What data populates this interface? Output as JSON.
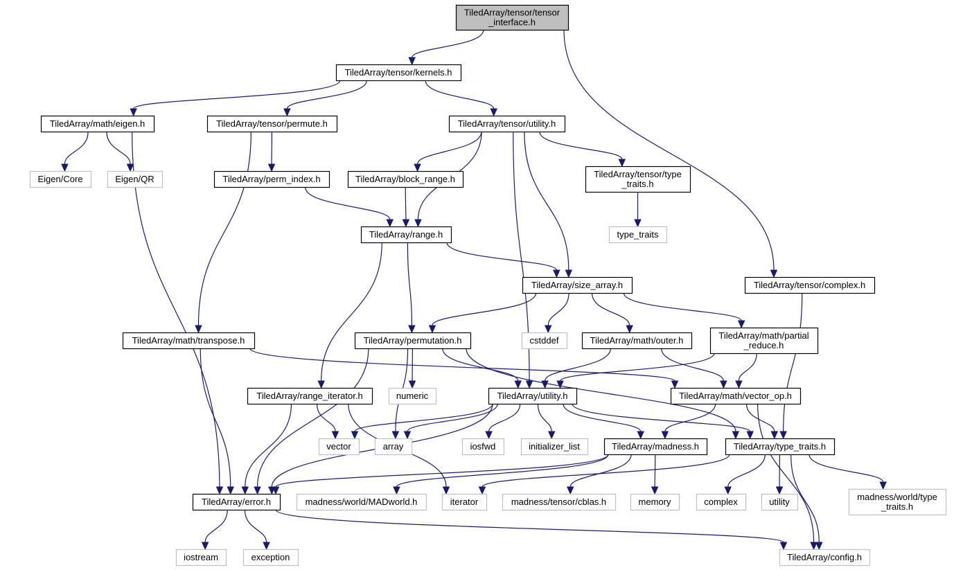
{
  "diagram": {
    "title": "Include dependency graph for TiledArray/tensor/tensor_interface.h",
    "colors": {
      "edge": "#191970",
      "root_fill": "#bfbfbf",
      "node_border": "#000000",
      "external_border": "#c0c0c0"
    },
    "nodes": [
      {
        "id": "tensor_interface",
        "lines": [
          "TiledArray/tensor/tensor",
          "_interface.h"
        ],
        "kind": "root"
      },
      {
        "id": "kernels",
        "lines": [
          "TiledArray/tensor/kernels.h"
        ],
        "kind": "internal"
      },
      {
        "id": "eigen",
        "lines": [
          "TiledArray/math/eigen.h"
        ],
        "kind": "internal"
      },
      {
        "id": "permute",
        "lines": [
          "TiledArray/tensor/permute.h"
        ],
        "kind": "internal"
      },
      {
        "id": "tensor_utility",
        "lines": [
          "TiledArray/tensor/utility.h"
        ],
        "kind": "internal"
      },
      {
        "id": "eigen_core",
        "lines": [
          "Eigen/Core"
        ],
        "kind": "external"
      },
      {
        "id": "eigen_qr",
        "lines": [
          "Eigen/QR"
        ],
        "kind": "external"
      },
      {
        "id": "perm_index",
        "lines": [
          "TiledArray/perm_index.h"
        ],
        "kind": "internal"
      },
      {
        "id": "block_range",
        "lines": [
          "TiledArray/block_range.h"
        ],
        "kind": "internal"
      },
      {
        "id": "tensor_type_traits",
        "lines": [
          "TiledArray/tensor/type",
          "_traits.h"
        ],
        "kind": "internal"
      },
      {
        "id": "type_traits_std",
        "lines": [
          "type_traits"
        ],
        "kind": "external"
      },
      {
        "id": "range",
        "lines": [
          "TiledArray/range.h"
        ],
        "kind": "internal"
      },
      {
        "id": "size_array",
        "lines": [
          "TiledArray/size_array.h"
        ],
        "kind": "internal"
      },
      {
        "id": "complex_h",
        "lines": [
          "TiledArray/tensor/complex.h"
        ],
        "kind": "internal"
      },
      {
        "id": "transpose",
        "lines": [
          "TiledArray/math/transpose.h"
        ],
        "kind": "internal"
      },
      {
        "id": "permutation",
        "lines": [
          "TiledArray/permutation.h"
        ],
        "kind": "internal"
      },
      {
        "id": "cstddef",
        "lines": [
          "cstddef"
        ],
        "kind": "external"
      },
      {
        "id": "outer",
        "lines": [
          "TiledArray/math/outer.h"
        ],
        "kind": "internal"
      },
      {
        "id": "partial_reduce",
        "lines": [
          "TiledArray/math/partial",
          "_reduce.h"
        ],
        "kind": "internal"
      },
      {
        "id": "range_iterator",
        "lines": [
          "TiledArray/range_iterator.h"
        ],
        "kind": "internal"
      },
      {
        "id": "numeric",
        "lines": [
          "numeric"
        ],
        "kind": "external"
      },
      {
        "id": "utility_h",
        "lines": [
          "TiledArray/utility.h"
        ],
        "kind": "internal"
      },
      {
        "id": "vector_op",
        "lines": [
          "TiledArray/math/vector_op.h"
        ],
        "kind": "internal"
      },
      {
        "id": "vector",
        "lines": [
          "vector"
        ],
        "kind": "external"
      },
      {
        "id": "array",
        "lines": [
          "array"
        ],
        "kind": "external"
      },
      {
        "id": "iosfwd",
        "lines": [
          "iosfwd"
        ],
        "kind": "external"
      },
      {
        "id": "initializer_list",
        "lines": [
          "initializer_list"
        ],
        "kind": "external"
      },
      {
        "id": "madness_h",
        "lines": [
          "TiledArray/madness.h"
        ],
        "kind": "internal"
      },
      {
        "id": "ta_type_traits",
        "lines": [
          "TiledArray/type_traits.h"
        ],
        "kind": "internal"
      },
      {
        "id": "error",
        "lines": [
          "TiledArray/error.h"
        ],
        "kind": "internal"
      },
      {
        "id": "madworld",
        "lines": [
          "madness/world/MADworld.h"
        ],
        "kind": "external"
      },
      {
        "id": "iterator",
        "lines": [
          "iterator"
        ],
        "kind": "external"
      },
      {
        "id": "cblas",
        "lines": [
          "madness/tensor/cblas.h"
        ],
        "kind": "external"
      },
      {
        "id": "memory",
        "lines": [
          "memory"
        ],
        "kind": "external"
      },
      {
        "id": "complex_std",
        "lines": [
          "complex"
        ],
        "kind": "external"
      },
      {
        "id": "utility_std",
        "lines": [
          "utility"
        ],
        "kind": "external"
      },
      {
        "id": "mad_type_traits",
        "lines": [
          "madness/world/type",
          "_traits.h"
        ],
        "kind": "external"
      },
      {
        "id": "iostream",
        "lines": [
          "iostream"
        ],
        "kind": "external"
      },
      {
        "id": "exception",
        "lines": [
          "exception"
        ],
        "kind": "external"
      },
      {
        "id": "config",
        "lines": [
          "TiledArray/config.h"
        ],
        "kind": "external"
      }
    ],
    "edges": [
      [
        "tensor_interface",
        "kernels"
      ],
      [
        "tensor_interface",
        "complex_h"
      ],
      [
        "kernels",
        "eigen"
      ],
      [
        "kernels",
        "permute"
      ],
      [
        "kernels",
        "tensor_utility"
      ],
      [
        "eigen",
        "eigen_core"
      ],
      [
        "eigen",
        "eigen_qr"
      ],
      [
        "eigen",
        "error"
      ],
      [
        "permute",
        "perm_index"
      ],
      [
        "permute",
        "transpose"
      ],
      [
        "tensor_utility",
        "block_range"
      ],
      [
        "tensor_utility",
        "range"
      ],
      [
        "tensor_utility",
        "utility_h"
      ],
      [
        "tensor_utility",
        "size_array"
      ],
      [
        "tensor_utility",
        "tensor_type_traits"
      ],
      [
        "tensor_type_traits",
        "type_traits_std"
      ],
      [
        "perm_index",
        "range"
      ],
      [
        "block_range",
        "range"
      ],
      [
        "range",
        "size_array"
      ],
      [
        "range",
        "permutation"
      ],
      [
        "range",
        "range_iterator"
      ],
      [
        "size_array",
        "permutation"
      ],
      [
        "size_array",
        "cstddef"
      ],
      [
        "size_array",
        "outer"
      ],
      [
        "size_array",
        "partial_reduce"
      ],
      [
        "complex_h",
        "ta_type_traits"
      ],
      [
        "transpose",
        "vector_op"
      ],
      [
        "transpose",
        "error"
      ],
      [
        "permutation",
        "error"
      ],
      [
        "permutation",
        "numeric"
      ],
      [
        "permutation",
        "array"
      ],
      [
        "permutation",
        "utility_h"
      ],
      [
        "permutation",
        "ta_type_traits"
      ],
      [
        "outer",
        "utility_h"
      ],
      [
        "outer",
        "vector_op"
      ],
      [
        "partial_reduce",
        "utility_h"
      ],
      [
        "partial_reduce",
        "vector_op"
      ],
      [
        "range_iterator",
        "vector"
      ],
      [
        "range_iterator",
        "error"
      ],
      [
        "range_iterator",
        "iterator"
      ],
      [
        "utility_h",
        "vector"
      ],
      [
        "utility_h",
        "array"
      ],
      [
        "utility_h",
        "iosfwd"
      ],
      [
        "utility_h",
        "initializer_list"
      ],
      [
        "utility_h",
        "madness_h"
      ],
      [
        "utility_h",
        "ta_type_traits"
      ],
      [
        "utility_h",
        "error"
      ],
      [
        "vector_op",
        "madness_h"
      ],
      [
        "vector_op",
        "ta_type_traits"
      ],
      [
        "vector_op",
        "config"
      ],
      [
        "madness_h",
        "error"
      ],
      [
        "madness_h",
        "madworld"
      ],
      [
        "madness_h",
        "cblas"
      ],
      [
        "madness_h",
        "memory"
      ],
      [
        "ta_type_traits",
        "iterator"
      ],
      [
        "ta_type_traits",
        "complex_std"
      ],
      [
        "ta_type_traits",
        "utility_std"
      ],
      [
        "ta_type_traits",
        "mad_type_traits"
      ],
      [
        "ta_type_traits",
        "config"
      ],
      [
        "error",
        "iostream"
      ],
      [
        "error",
        "exception"
      ],
      [
        "error",
        "config"
      ]
    ]
  }
}
